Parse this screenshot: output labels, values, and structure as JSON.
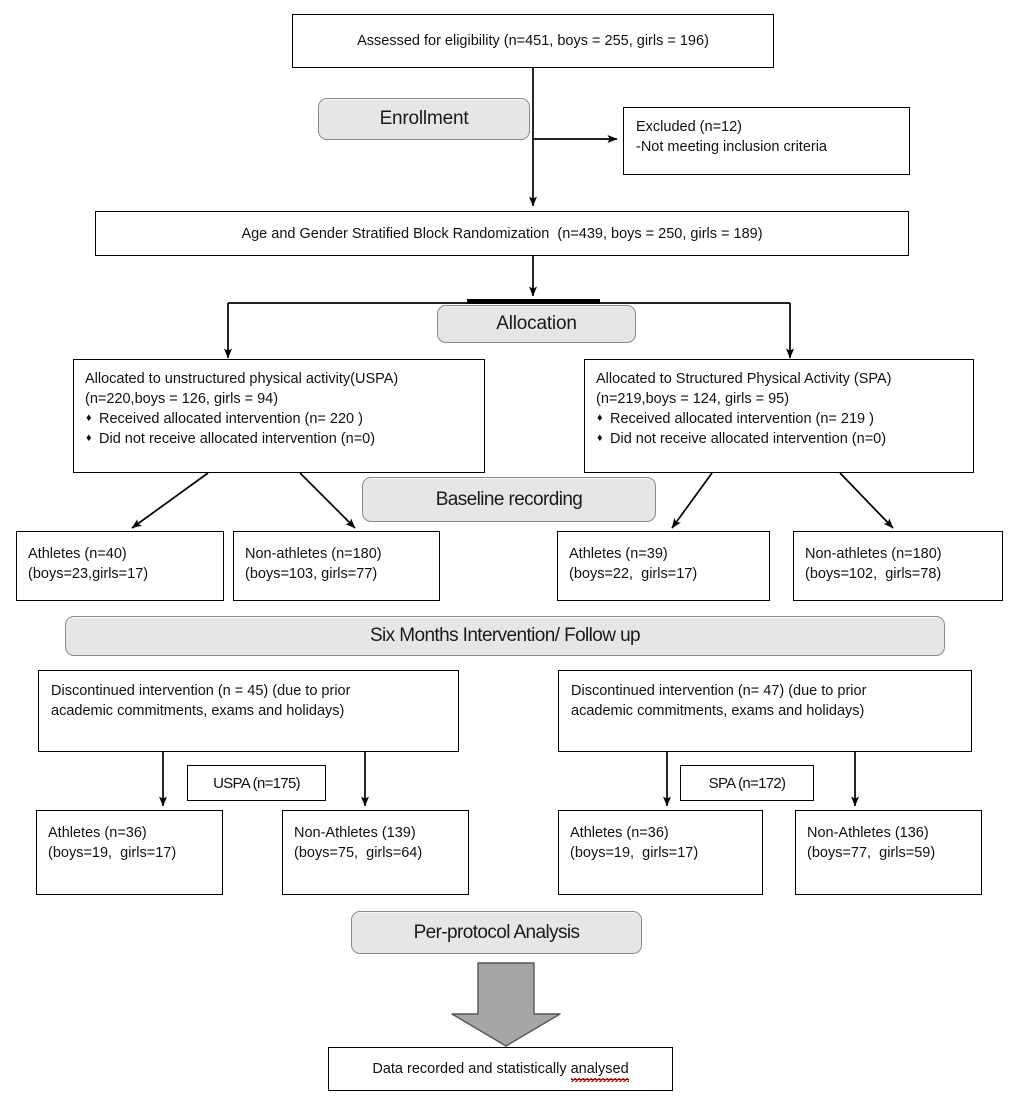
{
  "diagram": {
    "title": "CONSORT participant flow diagram",
    "accent_gray": "#e6e6e6",
    "border_color": "#000000",
    "arrow_fill": "#a6a6a6"
  },
  "stage_labels": {
    "enrollment": "Enrollment",
    "allocation": "Allocation",
    "baseline": "Baseline recording",
    "followup": "Six Months Intervention/ Follow up",
    "analysis": "Per-protocol Analysis"
  },
  "assessed": {
    "text": "Assessed for eligibility (n=451, boys = 255, girls = 196)"
  },
  "excluded": {
    "line1": "Excluded (n=12)",
    "line2": "-Not meeting inclusion criteria"
  },
  "randomization": {
    "text": "Age and Gender Stratified Block Randomization  (n=439, boys = 250, girls = 189)"
  },
  "allocation_left": {
    "line1": "Allocated to unstructured physical activity(USPA)",
    "line2": "(n=220,boys = 126, girls = 94)",
    "bullet1": "Received allocated intervention (n= 220 )",
    "bullet2": "Did not receive allocated intervention (n=0)"
  },
  "allocation_right": {
    "line1": "Allocated to Structured Physical Activity (SPA)",
    "line2": "(n=219,boys = 124, girls = 95)",
    "bullet1": "Received allocated intervention (n= 219 )",
    "bullet2": "Did not receive allocated intervention (n=0)"
  },
  "baseline_boxes": [
    {
      "line1": "Athletes (n=40)",
      "line2": "(boys=23,girls=17)"
    },
    {
      "line1": "Non-athletes (n=180)",
      "line2": "(boys=103, girls=77)"
    },
    {
      "line1": "Athletes (n=39)",
      "line2": "(boys=22,  girls=17)"
    },
    {
      "line1": "Non-athletes (n=180)",
      "line2": "(boys=102,  girls=78)"
    }
  ],
  "discontinued_left": {
    "line1": "Discontinued intervention (n = 45) (due to prior",
    "line2": "academic commitments, exams and holidays)"
  },
  "discontinued_right": {
    "line1": "Discontinued intervention (n= 47) (due to prior",
    "line2": "academic commitments, exams and holidays)"
  },
  "group_tags": {
    "uspa": "USPA (n=175)",
    "spa": "SPA (n=172)"
  },
  "final_boxes": [
    {
      "line1": "Athletes (n=36)",
      "line2": "(boys=19,  girls=17)"
    },
    {
      "line1": "Non-Athletes (139)",
      "line2": "(boys=75,  girls=64)"
    },
    {
      "line1": "Athletes (n=36)",
      "line2": "(boys=19,  girls=17)"
    },
    {
      "line1": "Non-Athletes (136)",
      "line2": "(boys=77,  girls=59)"
    }
  ],
  "final_result": {
    "prefix": "Data recorded and statistically ",
    "misspelled": "analysed"
  }
}
